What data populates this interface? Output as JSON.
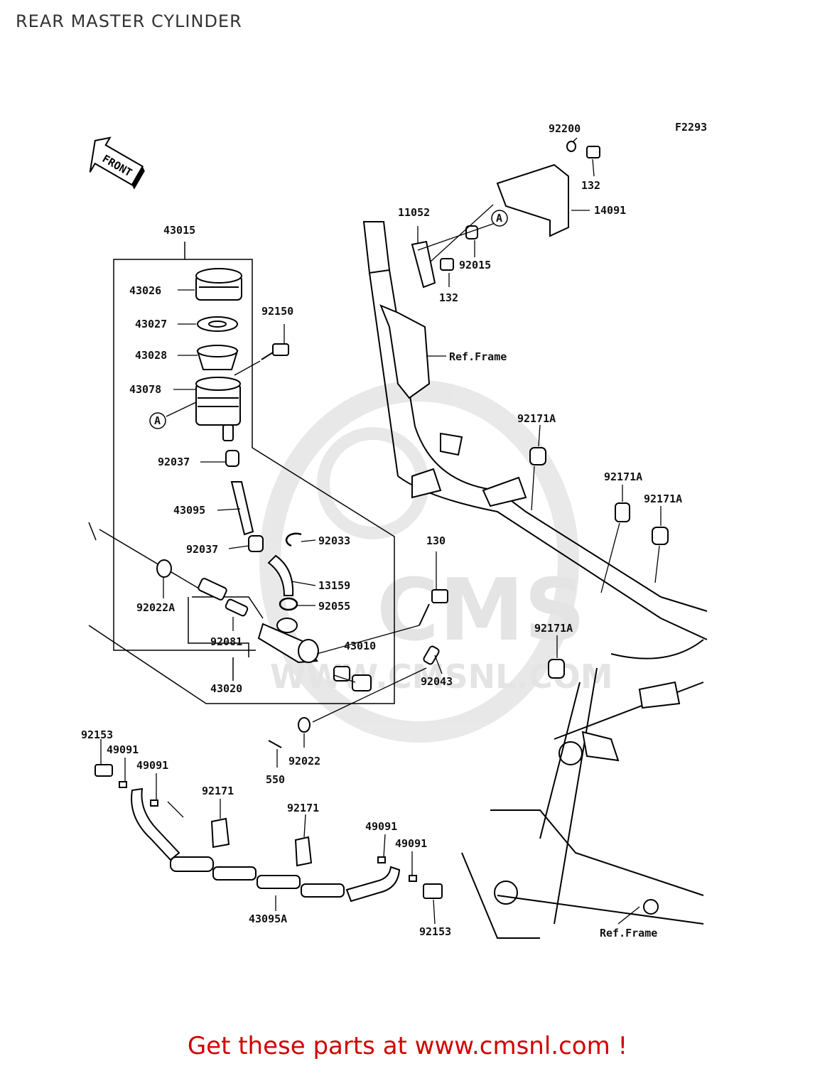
{
  "title": "REAR MASTER CYLINDER",
  "figure_code": "F2293",
  "front_label": "FRONT",
  "ref_frame": "Ref.Frame",
  "callout": "A",
  "watermark": {
    "brand": "CMS",
    "url": "WWW.CMSNL.COM"
  },
  "footer": "Get these parts at www.cmsnl.com !",
  "parts": {
    "p92200": "92200",
    "p132a": "132",
    "p14091": "14091",
    "p11052": "11052",
    "p92015": "92015",
    "p132b": "132",
    "p43015": "43015",
    "p43026": "43026",
    "p43027": "43027",
    "p43028": "43028",
    "p43078": "43078",
    "p92150": "92150",
    "p92037a": "92037",
    "p43095": "43095",
    "p92037b": "92037",
    "p92033": "92033",
    "p13159": "13159",
    "p92055": "92055",
    "p130": "130",
    "p92022A": "92022A",
    "p92081": "92081",
    "p43020": "43020",
    "p43010": "43010",
    "p92043": "92043",
    "p92022": "92022",
    "p550": "550",
    "p92171A_1": "92171A",
    "p92171A_2": "92171A",
    "p92171A_3": "92171A",
    "p92171A_4": "92171A",
    "p92153a": "92153",
    "p49091a": "49091",
    "p49091b": "49091",
    "p92171a": "92171",
    "p92171b": "92171",
    "p49091c": "49091",
    "p49091d": "49091",
    "p43095A": "43095A",
    "p92153b": "92153"
  }
}
